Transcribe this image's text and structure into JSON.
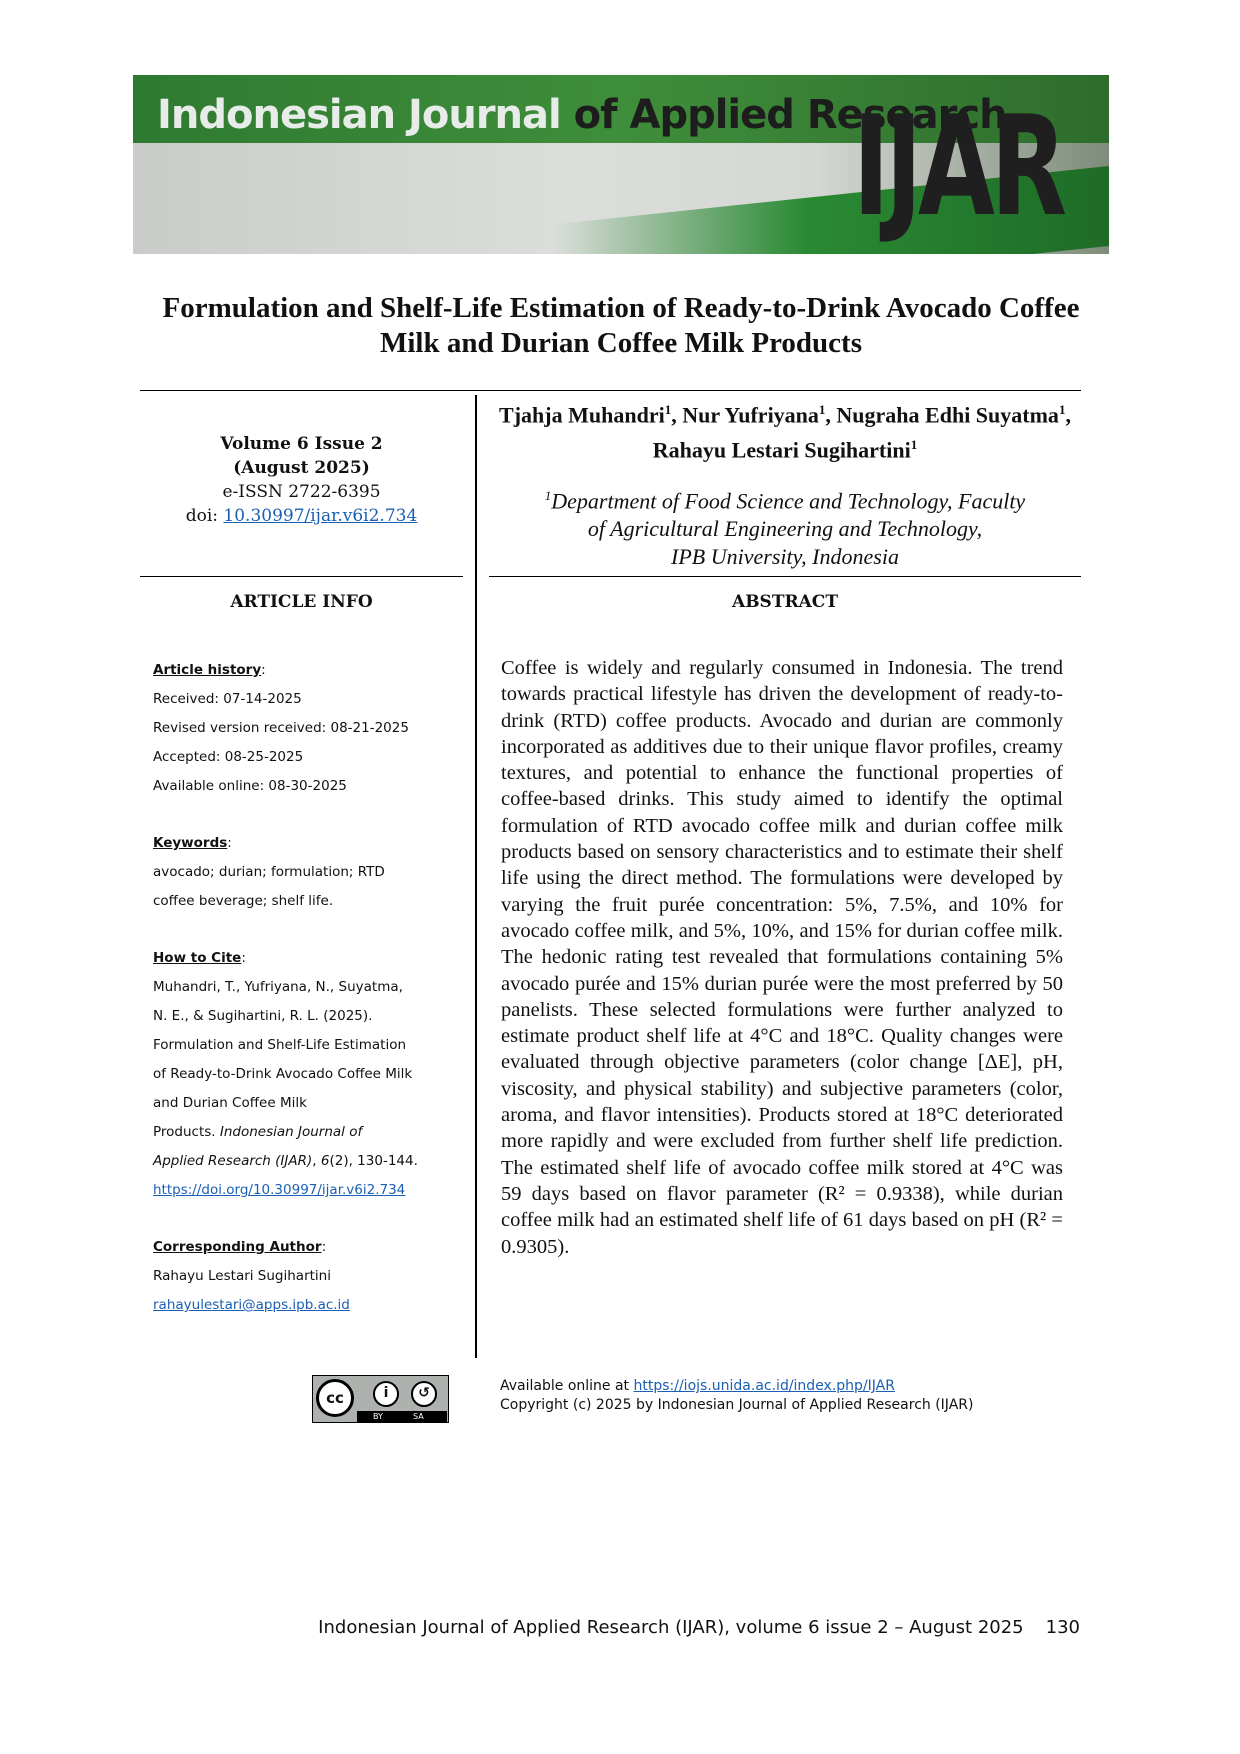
{
  "banner": {
    "title_part1": "Indonesian Journal ",
    "title_part2": "of Applied Research",
    "logo": "IJAR"
  },
  "title": "Formulation and Shelf-Life Estimation of Ready-to-Drink Avocado Coffee Milk and Durian Coffee Milk Products",
  "meta": {
    "volume_issue": "Volume 6 Issue 2",
    "date": "(August 2025)",
    "eissn": "e-ISSN 2722-6395",
    "doi_label": "doi: ",
    "doi": "10.30997/ijar.v6i2.734"
  },
  "authors": {
    "a1": "Tjahja Muhandri",
    "a2": ", Nur Yufriyana",
    "a3": ", Nugraha Edhi Suyatma",
    "a4": ", Rahayu Lestari Sugihartini",
    "sup": "1"
  },
  "affiliation": {
    "sup": "1",
    "line1": "Department of Food Science and Technology, Faculty",
    "line2": "of Agricultural Engineering and Technology,",
    "line3": "IPB University, Indonesia"
  },
  "article_info": {
    "heading": "ARTICLE INFO",
    "history_label": "Article history",
    "received": "Received: 07-14-2025",
    "revised": "Revised version received: 08-21-2025",
    "accepted": "Accepted: 08-25-2025",
    "online": "Available online: 08-30-2025",
    "keywords_label": "Keywords",
    "keywords_l1": "avocado; durian; formulation; RTD",
    "keywords_l2": "coffee beverage; shelf life.",
    "cite_label": "How to Cite",
    "cite_l1": "Muhandri, T., Yufriyana, N., Suyatma,",
    "cite_l2": "N. E., & Sugihartini, R. L. (2025).",
    "cite_l3": "Formulation and Shelf-Life Estimation",
    "cite_l4": "of Ready-to-Drink Avocado Coffee Milk",
    "cite_l5": "and Durian Coffee Milk",
    "cite_l6a": "Products. ",
    "cite_l6b": "Indonesian Journal of",
    "cite_l7a": "Applied Research (IJAR)",
    "cite_l7b": ", ",
    "cite_l7c": "6",
    "cite_l7d": "(2), 130-144.",
    "cite_link": "https://doi.org/10.30997/ijar.v6i2.734",
    "corr_label": "Corresponding Author",
    "corr_name": "Rahayu Lestari Sugihartini",
    "corr_email": "rahayulestari@apps.ipb.ac.id"
  },
  "abstract": {
    "heading": "ABSTRACT",
    "text": "Coffee is widely and regularly consumed in Indonesia. The trend towards practical lifestyle has driven the development of ready-to-drink (RTD) coffee products. Avocado and durian are commonly incorporated as additives due to their unique flavor profiles, creamy textures, and potential to enhance the functional properties of coffee-based drinks. This study aimed to identify the optimal formulation of RTD avocado coffee milk and durian coffee milk products based on sensory characteristics and to estimate their shelf life using the direct method. The formulations were developed by varying the fruit purée concentration: 5%, 7.5%, and 10% for avocado coffee milk, and 5%, 10%, and 15% for durian coffee milk. The hedonic rating test revealed that formulations containing 5% avocado purée and 15% durian purée were the most preferred by 50 panelists. These selected formulations were further analyzed to estimate product shelf life at 4°C and 18°C. Quality changes were evaluated through objective parameters (color change [ΔE], pH, viscosity, and physical stability) and subjective parameters (color, aroma, and flavor intensities). Products stored at 18°C deteriorated more rapidly and were excluded from further shelf life prediction. The estimated shelf life of avocado coffee milk stored at 4°C was 59 days based on flavor parameter (R² = 0.9338), while durian coffee milk had an estimated shelf life of 61 days based on pH (R² = 0.9305)."
  },
  "license": {
    "cc": "cc",
    "by": "BY",
    "sa": "SA"
  },
  "footer_info": {
    "available_label": "Available online at ",
    "url": "https://iojs.unida.ac.id/index.php/IJAR",
    "copyright": "Copyright (c) 2025 by Indonesian Journal of Applied Research (IJAR)"
  },
  "page_footer": {
    "text": "Indonesian Journal of Applied Research (IJAR), volume 6 issue 2 – August 2025",
    "page": "130"
  }
}
